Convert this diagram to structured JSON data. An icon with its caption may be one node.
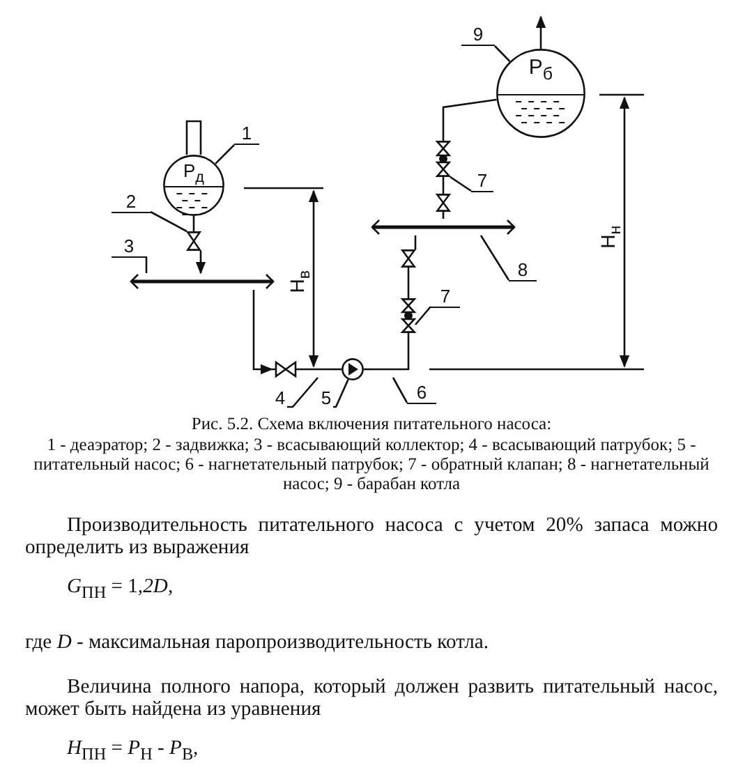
{
  "diagram": {
    "caption": "Рис. 5.2. Схема включения питательного насоса:",
    "nodes": [
      {
        "text": [
          "P$_{д}$"
        ]
      },
      {
        "text": [
          "P$_{б}$"
        ]
      },
      {
        "text": [],
        "shape": "valve"
      },
      {
        "text": [],
        "shape": "bar"
      },
      {
        "text": [],
        "shape": "bar"
      },
      {
        "text": [],
        "shape": "circle"
      },
      {
        "text": [],
        "shape": "bar"
      },
      {
        "text": [],
        "shape": "valve"
      },
      {
        "text": [],
        "shape": "bar"
      },
      {
        "text": [],
        "shape": "valve"
      },
      {
        "text": [],
        "shape": "valve"
      },
      {
        "text": [],
        "shape": "valve"
      },
      {
        "text": [
          "1"
        ]
      },
      {
        "text": [
          "9"
        ]
      },
      {
        "text": [
          "7"
        ]
      },
      {
        "text": [
          "2"
        ]
      },
      {
        "text": [
          "3"
        ]
      },
      {
        "text": [
          "8"
        ]
      },
      {
        "text": [
          "7"
        ]
      },
      {
        "text": [
          "4"
        ]
      },
      {
        "text": [
          "5"
        ]
      },
      {
        "text": [
          "6"
        ]
      }
    ],
    "edges": [
      {
        "from": 0,
        "to": 2,
        "arrow": "none"
      },
      {
        "from": 2,
        "to": 3,
        "arrow": "to"
      },
      {
        "from": 3,
        "to": 4,
        "arrow": "to"
      },
      {
        "from": 4,
        "to": 5,
        "arrow": "none"
      },
      {
        "from": 5,
        "to": 6,
        "arrow": "none"
      },
      {
        "from": 6,
        "to": 7,
        "arrow": "none"
      },
      {
        "from": 7,
        "to": 10,
        "arrow": "none"
      },
      {
        "from": 10,
        "to": 8,
        "arrow": "none"
      },
      {
        "from": 8,
        "to": 11,
        "arrow": "none"
      },
      {
        "from": 11,
        "to": 9,
        "arrow": "none"
      },
      {
        "from": 9,
        "to": 1,
        "arrow": "none"
      },
      {
        "from": 1,
        "to": null,
        "arrow": "to"
      },
      {
        "from": 12,
        "to": 0,
        "arrow": "none"
      },
      {
        "from": 13,
        "to": 1,
        "arrow": "none"
      },
      {
        "from": 14,
        "to": 9,
        "arrow": "none"
      },
      {
        "from": 15,
        "to": 2,
        "arrow": "none"
      },
      {
        "from": 16,
        "to": 3,
        "arrow": "none"
      },
      {
        "from": 17,
        "to": 8,
        "arrow": "none"
      },
      {
        "from": 18,
        "to": 7,
        "arrow": "none"
      },
      {
        "from": 19,
        "to": 4,
        "arrow": "none"
      },
      {
        "from": 20,
        "to": 5,
        "arrow": "none"
      },
      {
        "from": 21,
        "to": 6,
        "arrow": "none"
      }
    ],
    "labels": [
      "H$_{в}$",
      "H$_{н}$",
      "1 - деаэратор; 2 - задвижка; 3 - всасывающий коллектор; 4 - всасывающий патрубок; 5 - питательный насос; 6 - нагнетательный патрубок; 7 - обратный клапан; 8 - нагнетательный насос; 9 - барабан котла",
      "Производительность питательного насоса с учетом 20% запаса можно определить из выражения",
      "*G*$_{ПН}$ = 1,*2D*,",
      "где *D* - максимальная паропроизводительность котла.",
      "Величина полного напора, который должен развить питательный насос, может быть найдена из уравнения",
      "*H*$_{ПН}$ = *P*$_{Н}$ - *P*$_{В}$,"
    ]
  }
}
